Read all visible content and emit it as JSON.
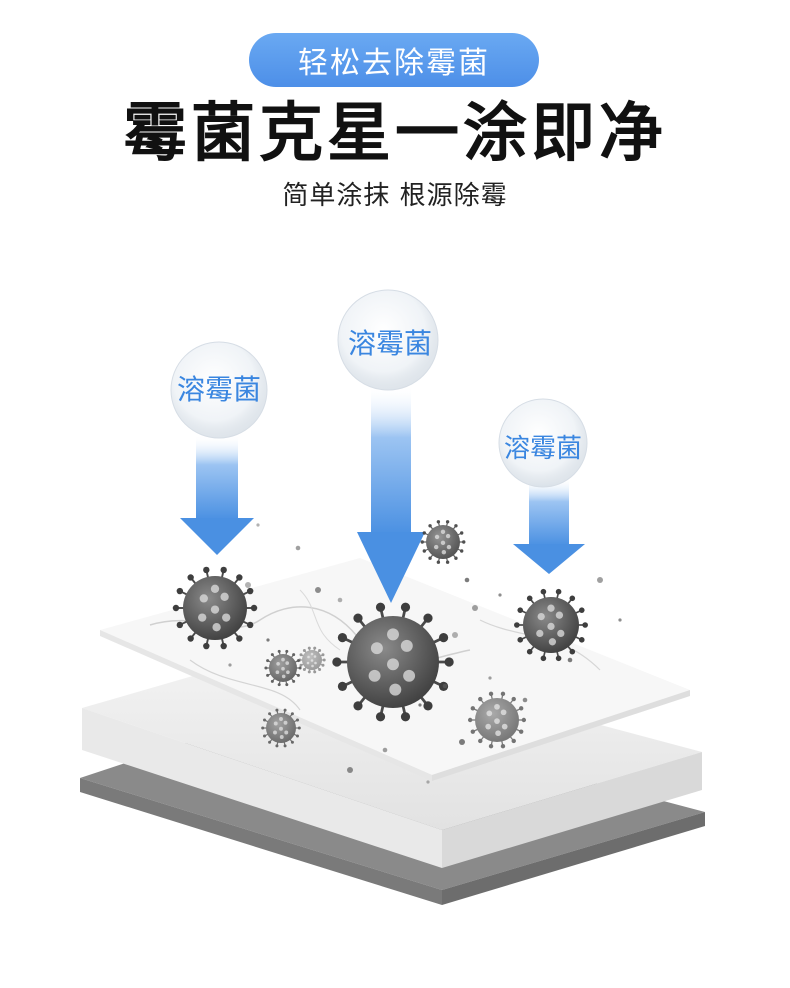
{
  "badge": {
    "text": "轻松去除霉菌"
  },
  "headline": {
    "text": "霉菌克星一涂即净"
  },
  "subline": {
    "text": "简单涂抹 根源除霉"
  },
  "bubbles": [
    {
      "label": "溶霉菌"
    },
    {
      "label": "溶霉菌"
    },
    {
      "label": "溶霉菌"
    }
  ],
  "colors": {
    "accent": "#4d8fe8",
    "arrow": "#4a90e2",
    "label": "#3a86e0",
    "virus": "#5a5a5a"
  }
}
